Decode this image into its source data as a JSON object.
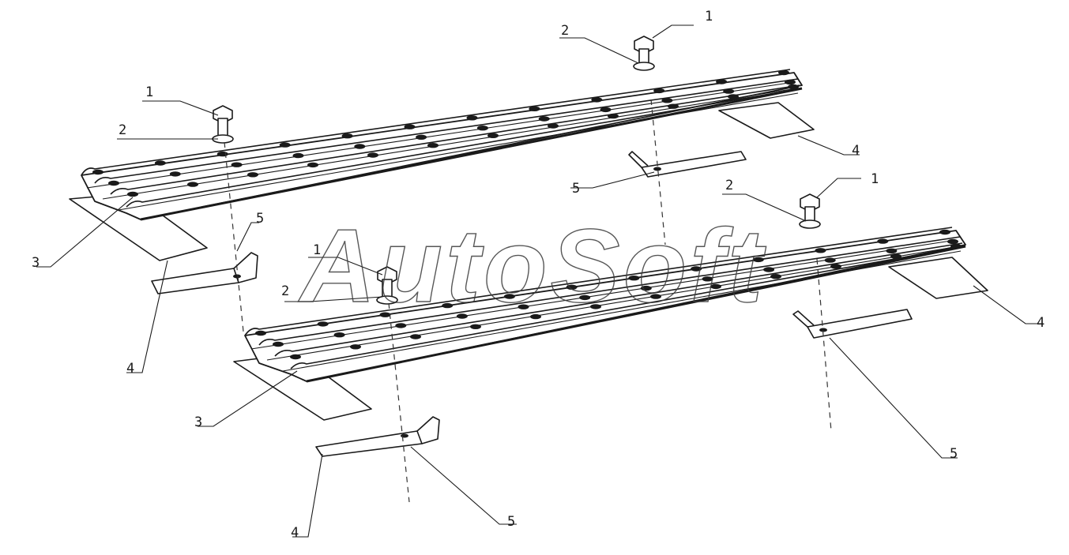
{
  "watermark": "AutoSoft",
  "callouts": [
    "1",
    "1",
    "1",
    "1",
    "2",
    "2",
    "2",
    "2",
    "3",
    "3",
    "4",
    "4",
    "4",
    "4",
    "5",
    "5",
    "5",
    "5"
  ],
  "colors": {
    "ink": "#1a1a1a",
    "background": "#ffffff"
  }
}
